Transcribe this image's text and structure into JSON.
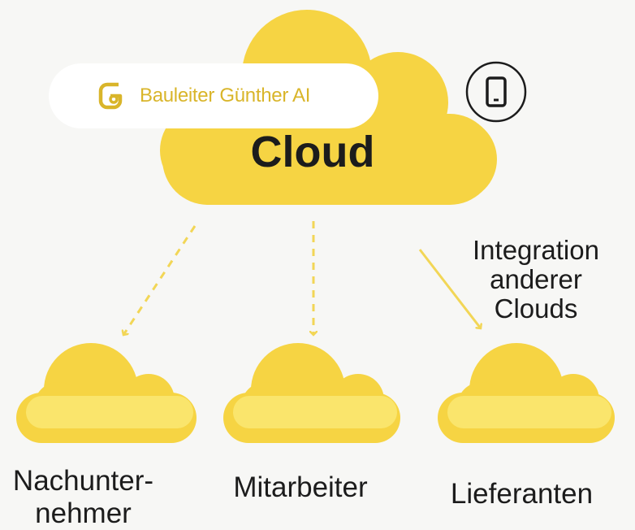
{
  "brand": {
    "name": "Bauleiter Günther AI",
    "color": "#d9b52a"
  },
  "main_cloud": {
    "label": "Cloud",
    "color": "#f6d443"
  },
  "integration_note": "Integration\nanderer\nClouds",
  "targets": [
    {
      "label": "Nachunter-\nnehmer"
    },
    {
      "label": "Mitarbeiter"
    },
    {
      "label": "Lieferanten"
    }
  ],
  "colors": {
    "cloud": "#f6d443",
    "cloud_highlight": "#fae56c",
    "arrow": "#f2d656",
    "text": "#1c1c1c",
    "background": "#f7f7f5"
  },
  "icons": [
    "brand-logo-icon",
    "smartphone-icon"
  ]
}
